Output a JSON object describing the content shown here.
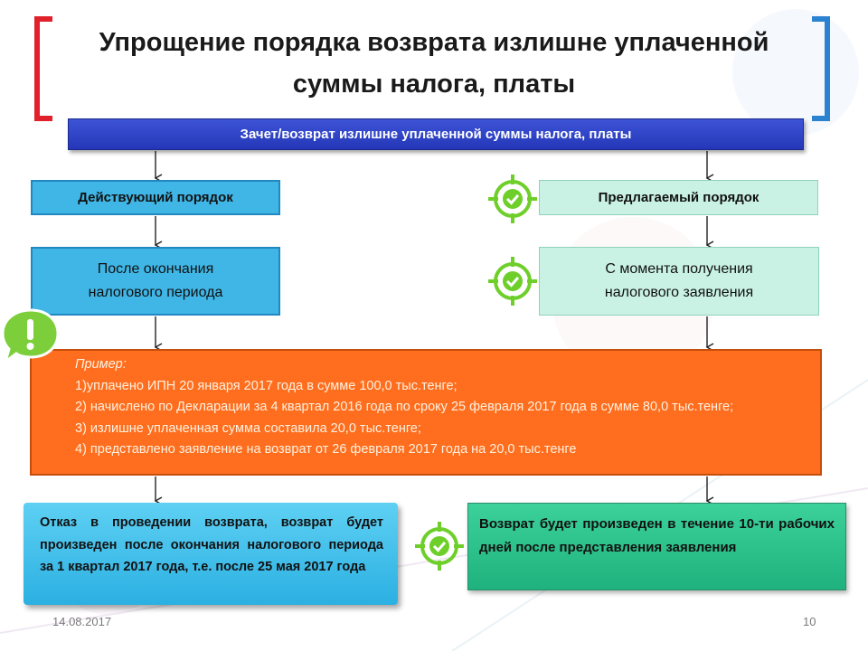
{
  "title": {
    "line1": "Упрощение порядка возврата излишне уплаченной",
    "line2": "суммы налога, платы"
  },
  "top_bar": "Зачет/возврат  излишне уплаченной суммы налога, платы",
  "current": {
    "heading": "Действующий порядок",
    "line1": "После окончания",
    "line2": "налогового периода"
  },
  "proposed": {
    "heading": "Предлагаемый порядок",
    "line1": "С момента получения",
    "line2": "налогового заявления"
  },
  "example": {
    "title": "Пример:",
    "items": [
      "1)уплачено ИПН 20 января 2017 года в сумме 100,0 тыс.тенге;",
      "2) начислено по Декларации за 4 квартал 2016 года  по сроку 25 февраля  2017 года в сумме 80,0 тыс.тенге;",
      "3) излишне уплаченная сумма составила 20,0 тыс.тенге;",
      "4) представлено заявление на возврат от 26 февраля 2017 года на 20,0 тыс.тенге"
    ]
  },
  "result_left": "Отказ в проведении возврата, возврат будет произведен после окончания налогового периода за 1 квартал 2017 года, т.е. после 25 мая 2017 года",
  "result_right": "Возврат будет произведен в течение 10-ти рабочих дней после представления заявления",
  "footer": {
    "date": "14.08.2017",
    "page": "10"
  },
  "icons": {
    "warning": "exclamation-bubble-icon",
    "check": "target-check-icon"
  },
  "colors": {
    "top_bar": "#2f45c8",
    "current_box": "#3fb6e6",
    "proposed_box": "#c9f2e4",
    "example_box": "#ff6e1e",
    "result_right": "#2cc38a",
    "check_icon": "#6fcf2a",
    "warning_icon": "#7ccf3a",
    "bracket_left": "#e0202a",
    "bracket_right": "#2b82d0"
  }
}
